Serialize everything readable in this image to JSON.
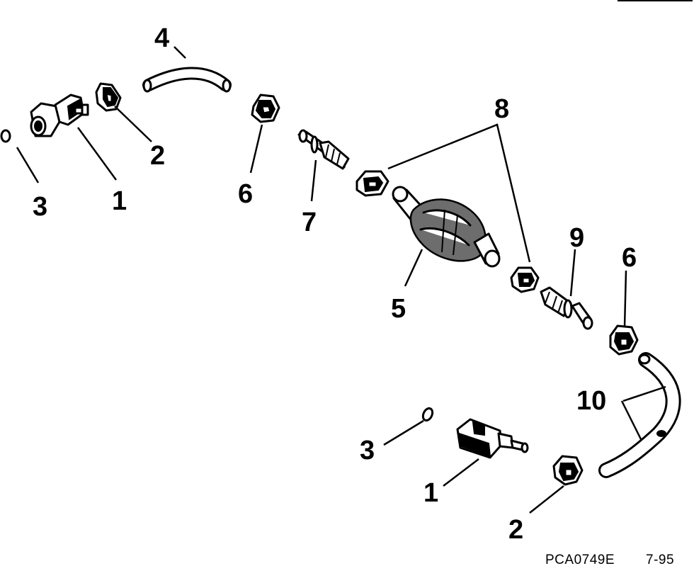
{
  "diagram": {
    "callouts": [
      "4",
      "2",
      "3",
      "1",
      "6",
      "7",
      "8",
      "5",
      "9",
      "6",
      "10",
      "3",
      "1",
      "2"
    ],
    "drawing_code": "PCA0749E",
    "revision": "7-95"
  }
}
